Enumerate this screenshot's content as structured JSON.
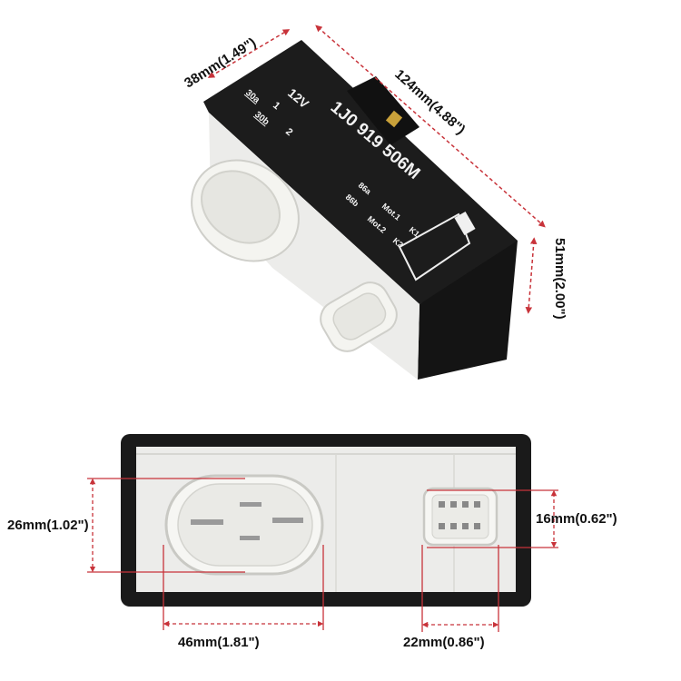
{
  "top_view": {
    "part_number": "1J0 919 506M",
    "voltage": "12V",
    "pin_30a": "30a",
    "pin_30b": "30b",
    "pin_1": "1",
    "pin_2": "2",
    "label_86a": "86a",
    "label_86b": "86b",
    "label_mot1": "Mot.1",
    "label_mot2": "Mot.2",
    "label_k1": "K1",
    "label_k2": "K2",
    "dim_width": "38mm(1.49\")",
    "dim_length": "124mm(4.88\")",
    "dim_height": "51mm(2.00\")"
  },
  "bottom_view": {
    "dim_big_height": "26mm(1.02\")",
    "dim_big_width": "46mm(1.81\")",
    "dim_small_height": "16mm(0.62\")",
    "dim_small_width": "22mm(0.86\")"
  },
  "colors": {
    "dimension_line": "#c8333a",
    "housing": "#1a1a1a",
    "plastic": "#eeeeea"
  }
}
